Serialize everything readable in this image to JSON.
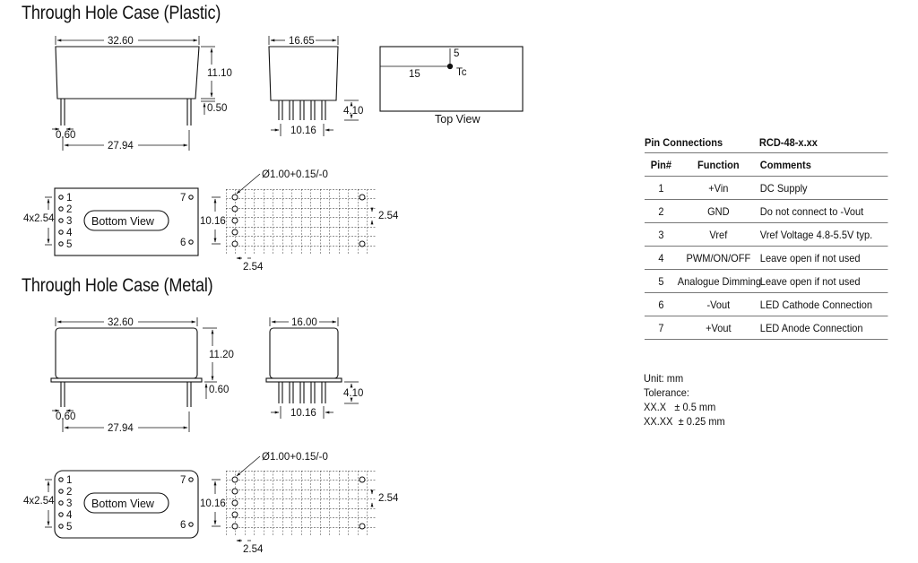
{
  "headings": {
    "plastic": "Through Hole Case (Plastic)",
    "metal": "Through Hole Case (Metal)"
  },
  "plastic": {
    "width": "32.60",
    "height": "11.10",
    "standoff": "0.50",
    "pin_dia": "0.60",
    "pin_span": "27.94",
    "side_width": "16.65",
    "pin_len": "4.10",
    "side_pin_span": "10.16",
    "top_dim_a": "5",
    "top_dim_b": "15",
    "tc": "Tc",
    "top_view": "Top View"
  },
  "metal": {
    "width": "32.60",
    "height": "11.20",
    "standoff": "0.60",
    "pin_dia": "0.60",
    "pin_span": "27.94",
    "side_width": "16.00",
    "pin_len": "4.10",
    "side_pin_span": "10.16"
  },
  "bottom_view": {
    "label": "Bottom View",
    "pitch_group": "4x2.54",
    "pins_left": [
      "1",
      "2",
      "3",
      "4",
      "5"
    ],
    "pins_right": [
      "7",
      "6"
    ],
    "hole_spec": "Ø1.00+0.15/-0",
    "grid_height": "10.16",
    "grid_pitch_v": "2.54",
    "grid_pitch_h": "2.54"
  },
  "pin_table": {
    "title": "Pin Connections",
    "part": "RCD-48-x.xx",
    "headers": [
      "Pin#",
      "Function",
      "Comments"
    ],
    "rows": [
      {
        "pin": "1",
        "function": "+Vin",
        "comment": "DC Supply"
      },
      {
        "pin": "2",
        "function": "GND",
        "comment": "Do not connect to -Vout"
      },
      {
        "pin": "3",
        "function": "Vref",
        "comment": "Vref Voltage 4.8-5.5V typ."
      },
      {
        "pin": "4",
        "function": "PWM/ON/OFF",
        "comment": "Leave open if not used"
      },
      {
        "pin": "5",
        "function": "Analogue Dimming",
        "comment": "Leave open if not used"
      },
      {
        "pin": "6",
        "function": "-Vout",
        "comment": "LED Cathode Connection"
      },
      {
        "pin": "7",
        "function": "+Vout",
        "comment": "LED Anode Connection"
      }
    ]
  },
  "notes": {
    "unit": "Unit: mm",
    "tolerance": "Tolerance:",
    "tol1": "XX.X   ± 0.5 mm",
    "tol2": "XX.XX  ± 0.25 mm"
  }
}
